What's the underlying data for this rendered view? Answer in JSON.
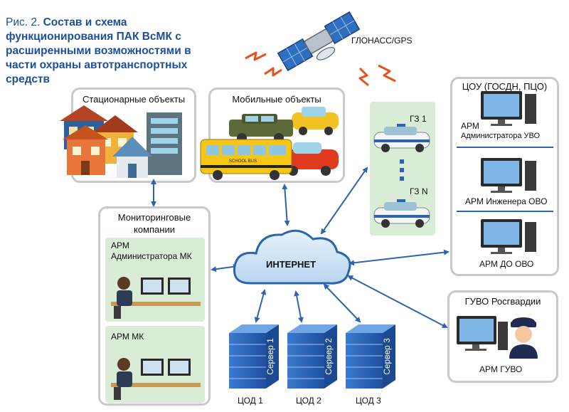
{
  "figure": {
    "caption_prefix": "Рис. 2.",
    "caption_text": "Состав и схема функционирования ПАК ВсМК с расширенными возможностями в части охраны автотранспортных средств"
  },
  "satellite": {
    "label": "ГЛОНАСС/GPS"
  },
  "stationary": {
    "label": "Стационарные объекты"
  },
  "mobile": {
    "label": "Мобильные объекты",
    "bus_text": "SCHOOL BUS"
  },
  "monitoring": {
    "label": "Мониторинговые компании",
    "arm_admin_line1": "АРМ",
    "arm_admin_line2": "Администратора МК",
    "arm_mk": "АРМ МК"
  },
  "internet": {
    "label": "ИНТЕРНЕТ"
  },
  "patrols": {
    "gz1": "ГЗ 1",
    "gzn": "ГЗ N"
  },
  "cou": {
    "label": "ЦОУ (ГОСДН, ПЦО)",
    "arm_admin_line1": "АРМ",
    "arm_admin_line2": "Администратора УВО",
    "arm_engineer": "АРМ Инженера ОВО",
    "arm_do": "АРМ ДО ОВО"
  },
  "guvo": {
    "label": "ГУВО Росгвардии",
    "arm": "АРМ ГУВО"
  },
  "servers": [
    {
      "name": "Сервер 1",
      "dc": "ЦОД 1"
    },
    {
      "name": "Сервер 2",
      "dc": "ЦОД 2"
    },
    {
      "name": "Сервер 3",
      "dc": "ЦОД 3"
    }
  ],
  "colors": {
    "title": "#1e4f9c",
    "arrow": "#2c64ad",
    "box_border": "#c9c9c9",
    "panel_green": "#d9ecd5",
    "cloud": "#cfe4f6",
    "server": "#2f6fc2",
    "signal": "#e8501e"
  }
}
